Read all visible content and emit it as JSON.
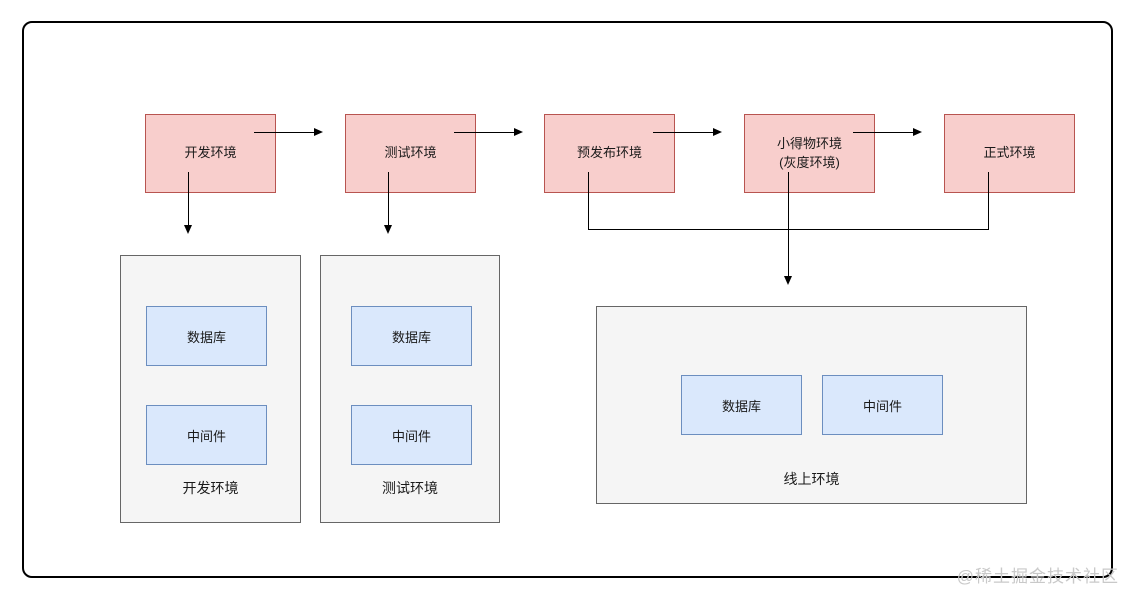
{
  "diagram": {
    "title": "deployment-environments-flow",
    "pipeline": [
      {
        "id": "dev",
        "label": "开发环境"
      },
      {
        "id": "test",
        "label": "测试环境"
      },
      {
        "id": "staging",
        "label": "预发布环境"
      },
      {
        "id": "gray",
        "label": "小得物环境\n(灰度环境)"
      },
      {
        "id": "prod",
        "label": "正式环境"
      }
    ],
    "containers": [
      {
        "id": "dev-env",
        "title": "开发环境",
        "children": [
          "数据库",
          "中间件"
        ]
      },
      {
        "id": "test-env",
        "title": "测试环境",
        "children": [
          "数据库",
          "中间件"
        ]
      },
      {
        "id": "online-env",
        "title": "线上环境",
        "children": [
          "数据库",
          "中间件"
        ]
      }
    ],
    "edges": [
      "开发环境→测试环境",
      "测试环境→预发布环境",
      "预发布环境→小得物环境(灰度环境)",
      "小得物环境(灰度环境)→正式环境",
      "开发环境→开发环境容器",
      "测试环境→测试环境容器",
      "预发布环境+小得物环境(灰度环境)+正式环境→线上环境容器"
    ],
    "colors": {
      "pipeline_fill": "#f8cecc",
      "pipeline_border": "#b85450",
      "component_fill": "#dae8fc",
      "component_border": "#6c8ebf",
      "container_fill": "#f5f5f5",
      "container_border": "#666666",
      "connector": "#000000"
    }
  },
  "watermark": {
    "text": "@稀土掘金技术社区"
  }
}
